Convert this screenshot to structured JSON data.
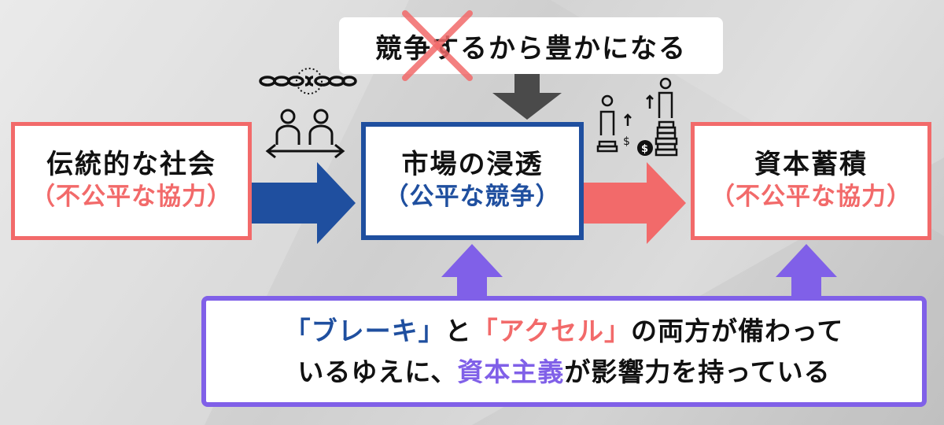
{
  "colors": {
    "red": "#f26a6a",
    "blue": "#1f4f9f",
    "purple": "#8060e8",
    "gray_arrow": "#4a4a4a"
  },
  "top_label": "競争するから豊かになる",
  "boxes": {
    "traditional": {
      "title": "伝統的な社会",
      "subtitle": "（不公平な協力）"
    },
    "market": {
      "title": "市場の浸透",
      "subtitle": "（公平な競争）"
    },
    "capital": {
      "title": "資本蓄積",
      "subtitle": "（不公平な協力）"
    }
  },
  "bottom": {
    "brake": "「ブレーキ」",
    "and": "と",
    "accel": "「アクセル」",
    "line1_rest": "の両方が備わって",
    "line2_start": "いるゆえに、",
    "capitalism": "資本主義",
    "line2_rest": "が影響力を持っている"
  },
  "icons": {
    "chain": "broken-chain-icon",
    "people": "two-people-icon",
    "growth": "growth-people-coins-icon",
    "cross": "cross-out-icon"
  }
}
